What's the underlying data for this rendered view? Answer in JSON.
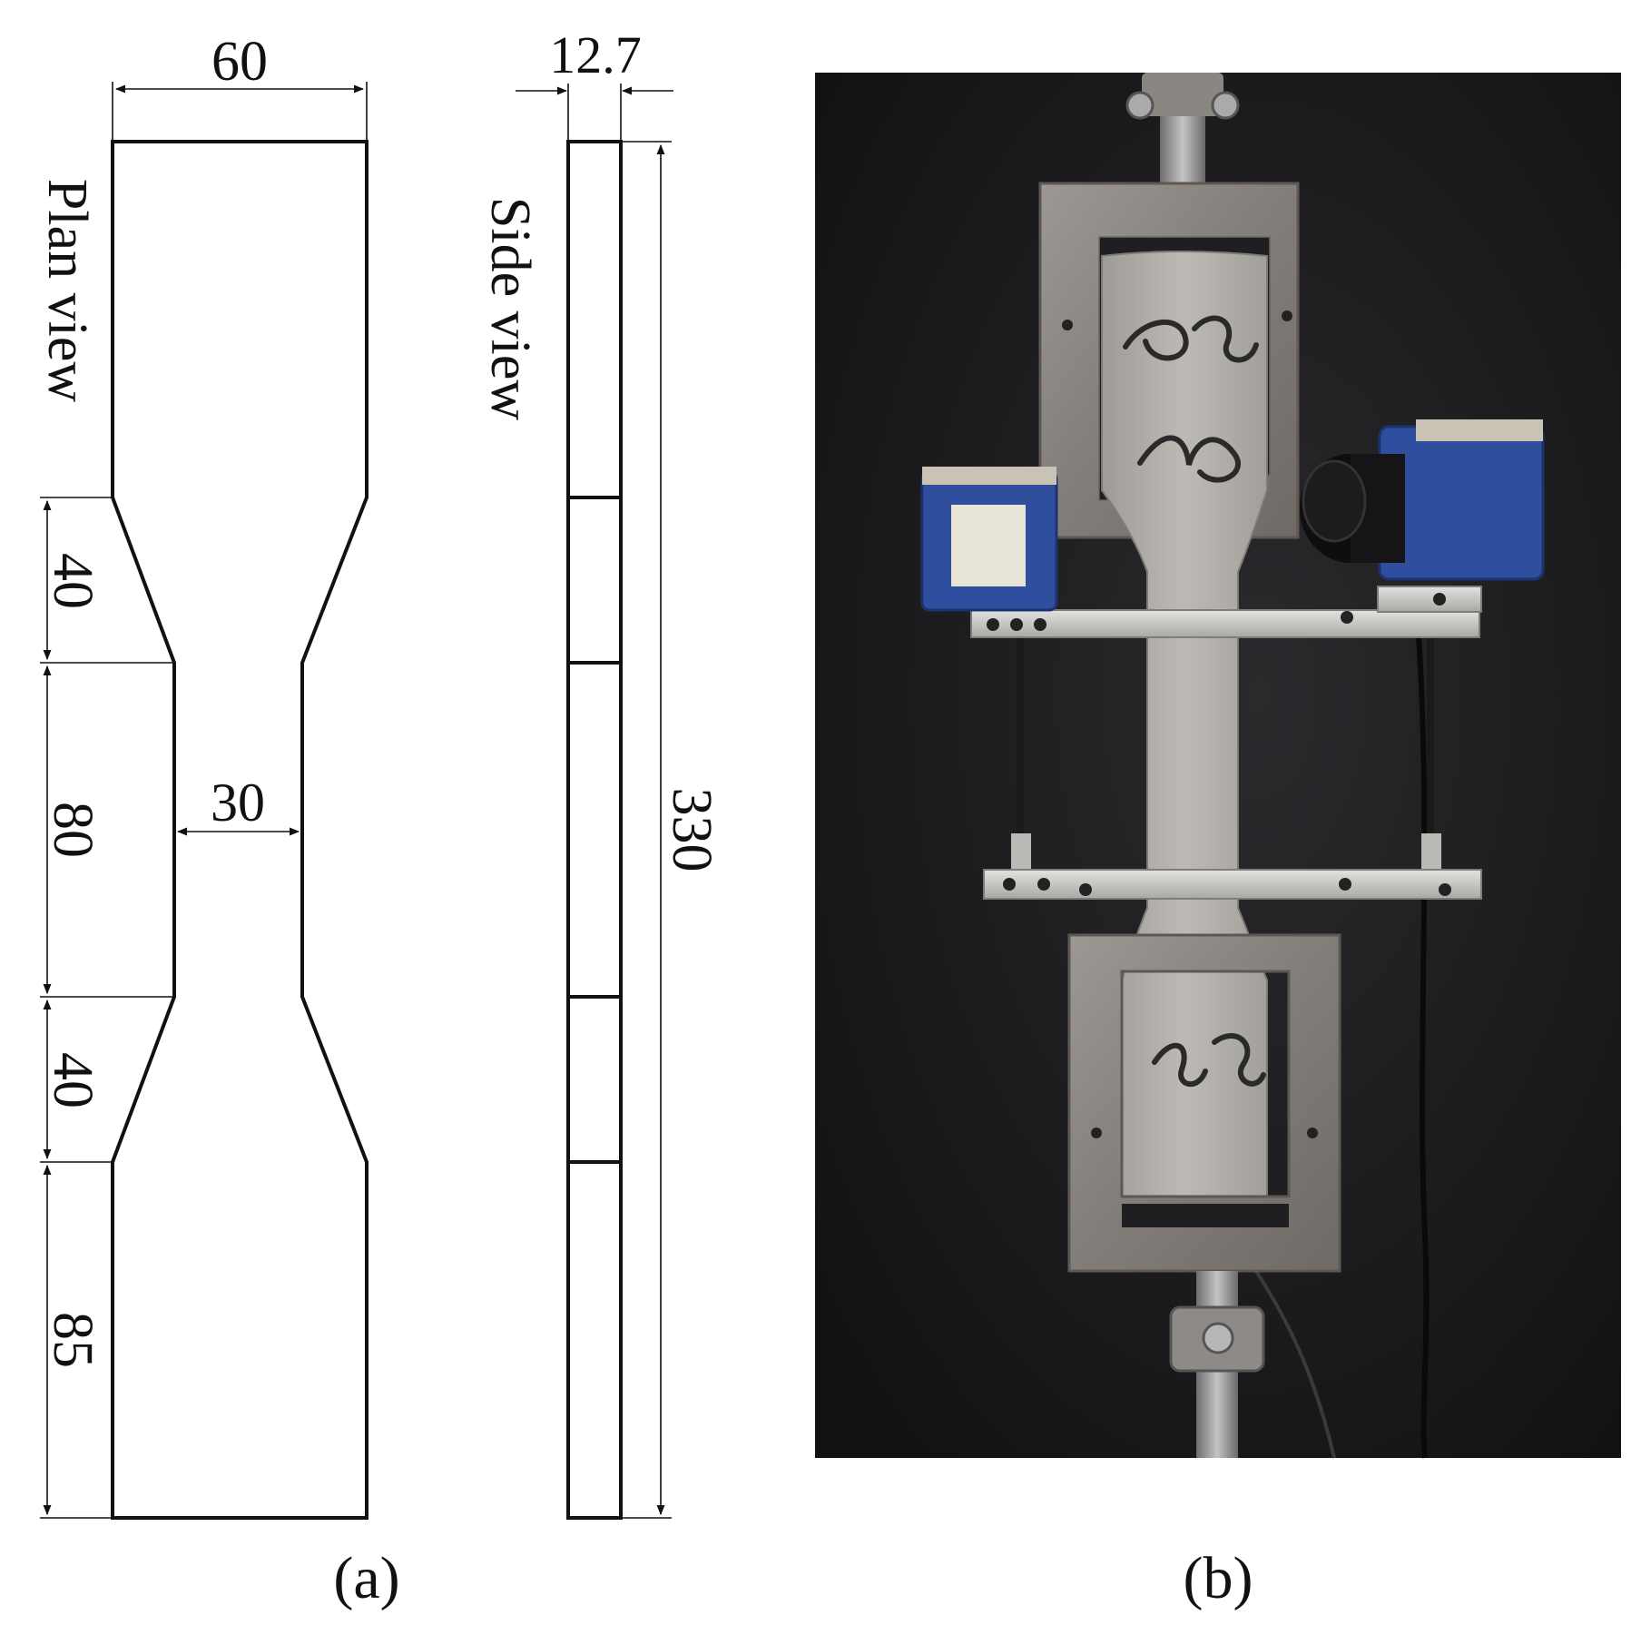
{
  "panel_a": {
    "caption": "(a)",
    "plan_view_label": "Plan view",
    "side_view_label": "Side view",
    "dim_width_top": "60",
    "dim_thickness": "12.7",
    "dim_neck_width": "30",
    "dim_total_length": "330",
    "dim_taper_top": "40",
    "dim_neck_length": "80",
    "dim_taper_bottom": "40",
    "dim_end_length": "85"
  },
  "panel_b": {
    "caption": "(b)"
  },
  "colors": {
    "line": "#111111",
    "photo_background": "#1b1b1d",
    "steel_grip": "#8e8a86",
    "specimen": "#b3b0ab",
    "lvdt_blue": "#2f4f9e",
    "clamp_bar": "#c9c9c6"
  }
}
